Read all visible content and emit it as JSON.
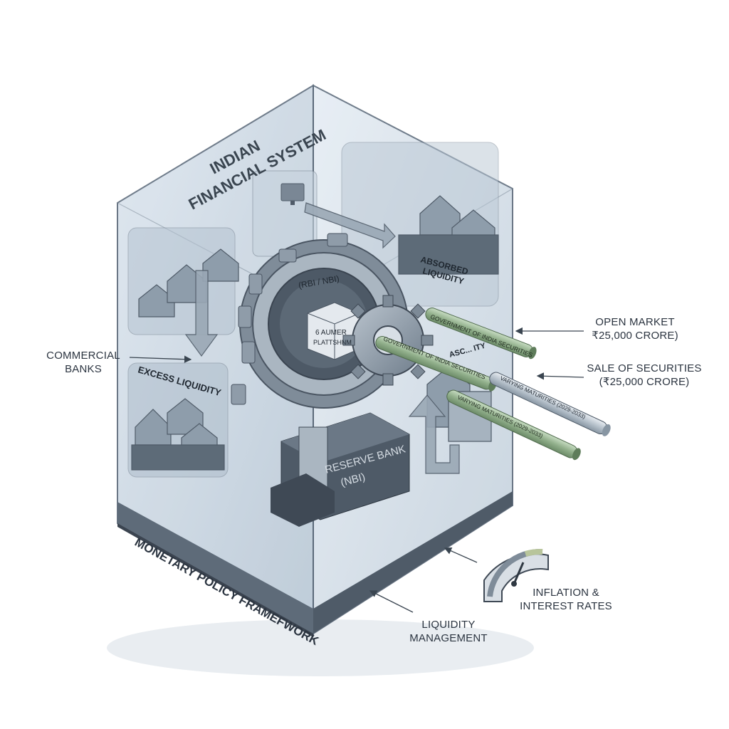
{
  "title": {
    "line1": "INDIAN",
    "line2": "FINANCIAL SYSTEM"
  },
  "gear_ring_label": "(RBI / NBI)",
  "core_cube_label": {
    "line1": "6 AUMER",
    "line2": "PLATTSHNM"
  },
  "absorbed_liquidity": {
    "line1": "ABSORBED",
    "line2": "LIQUIDITY"
  },
  "excess_liquidity": "EXCESS LIQUIDITY",
  "commercial_banks": {
    "line1": "COMMERCIAL",
    "line2": "BANKS"
  },
  "reserve_bank": {
    "line1": "RESERVE BANK",
    "line2": "(NBI)"
  },
  "base_label": "MONETARY POLICY FRAMEFWORK",
  "open_market": {
    "line1": "OPEN MARKET",
    "line2": "₹25,000 CRORE)"
  },
  "sale_of_securities": {
    "line1": "SALE OF SECURITIES",
    "line2": "(₹25,000 CRORE)"
  },
  "pipes": {
    "gov_sec_1": "GOVERNMENT OF INDIA SECURITIES",
    "gov_sec_2": "GOVERNMENT OF INDIA SECURITIES",
    "varying_1": "VARYING MATURITIES (2029-2033)",
    "varying_2": "VARYING MATURITIES (2029-2033)",
    "back_plate": "ASC... ITY"
  },
  "liquidity_management": {
    "line1": "LIQUIDITY",
    "line2": "MANAGEMENT"
  },
  "inflation": {
    "line1": "INFLATION &",
    "line2": "INTEREST RATES"
  },
  "colors": {
    "glass": "#c9d6e2",
    "edge": "#5a6878",
    "base_band": "#5e6b79",
    "pipe_green": "#8fae8a",
    "gear": "#9aa7b4",
    "ink": "#2b3440"
  }
}
